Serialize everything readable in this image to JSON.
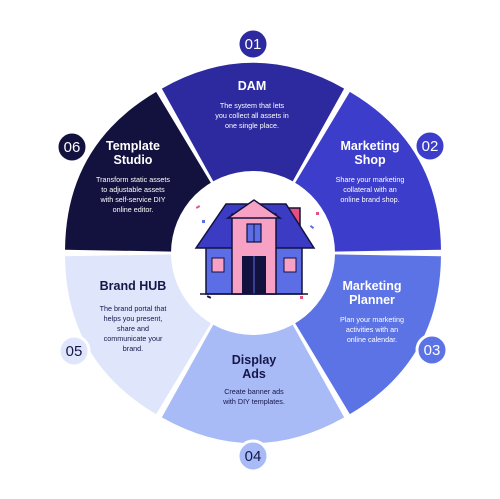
{
  "segments": [
    {
      "number": "01",
      "title_lines": [
        "DAM"
      ],
      "desc_lines": [
        "The system that lets",
        "you collect all assets in",
        "one single place."
      ],
      "color": "#2c2a9e",
      "text_color": "#ffffff",
      "badge_color": "#2c2a9e",
      "badge_text_color": "#ffffff"
    },
    {
      "number": "02",
      "title_lines": [
        "Marketing",
        "Shop"
      ],
      "desc_lines": [
        "Share your marketing",
        "collateral with an",
        "online brand shop."
      ],
      "color": "#3c3dca",
      "text_color": "#ffffff",
      "badge_color": "#3c3dca",
      "badge_text_color": "#ffffff"
    },
    {
      "number": "03",
      "title_lines": [
        "Marketing",
        "Planner"
      ],
      "desc_lines": [
        "Plan your marketing",
        "activities with an",
        "online calendar."
      ],
      "color": "#5c73e6",
      "text_color": "#ffffff",
      "badge_color": "#5c73e6",
      "badge_text_color": "#ffffff"
    },
    {
      "number": "04",
      "title_lines": [
        "Display",
        "Ads"
      ],
      "desc_lines": [
        "Create banner ads",
        "with DIY templates."
      ],
      "color": "#a8bbf6",
      "text_color": "#16164a",
      "badge_color": "#a8bbf6",
      "badge_text_color": "#16164a"
    },
    {
      "number": "05",
      "title_lines": [
        "Brand HUB"
      ],
      "desc_lines": [
        "The brand portal that",
        "helps you present,",
        "share and",
        "communicate your",
        "brand."
      ],
      "color": "#dfe6fb",
      "text_color": "#16164a",
      "badge_color": "#dfe6fb",
      "badge_text_color": "#16164a"
    },
    {
      "number": "06",
      "title_lines": [
        "Template",
        "Studio"
      ],
      "desc_lines": [
        "Transform static assets",
        "to adjustable assets",
        "with self-service DIY",
        "online editor."
      ],
      "color": "#13123e",
      "text_color": "#ffffff",
      "badge_color": "#13123e",
      "badge_text_color": "#ffffff"
    }
  ],
  "center": {
    "icon": "house-icon",
    "colors": {
      "roof": "#3b3bc4",
      "walls": "#f7a1c4",
      "windows": "#5b6ee6",
      "outline": "#13123e",
      "chimney": "#e94f7c"
    }
  }
}
